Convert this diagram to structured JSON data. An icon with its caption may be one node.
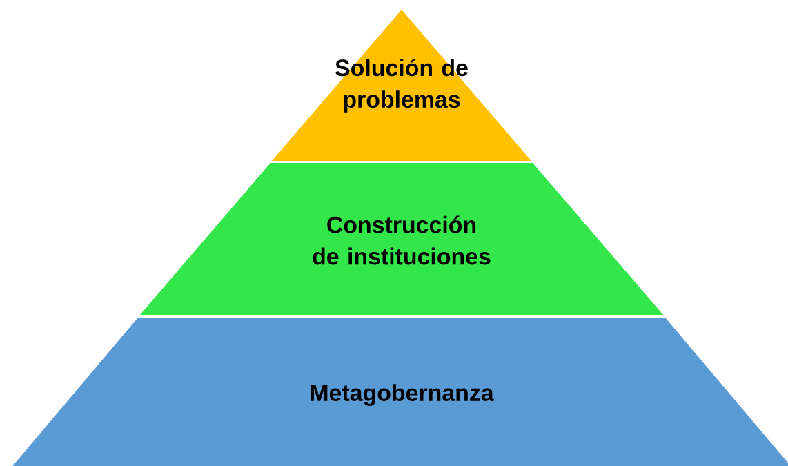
{
  "diagram": {
    "nodes": [
      {
        "text": [
          "Solución de problemas"
        ]
      },
      {
        "text": [
          "Construcción de instituciones"
        ]
      },
      {
        "text": [
          "Metagobernanza"
        ]
      }
    ]
  }
}
